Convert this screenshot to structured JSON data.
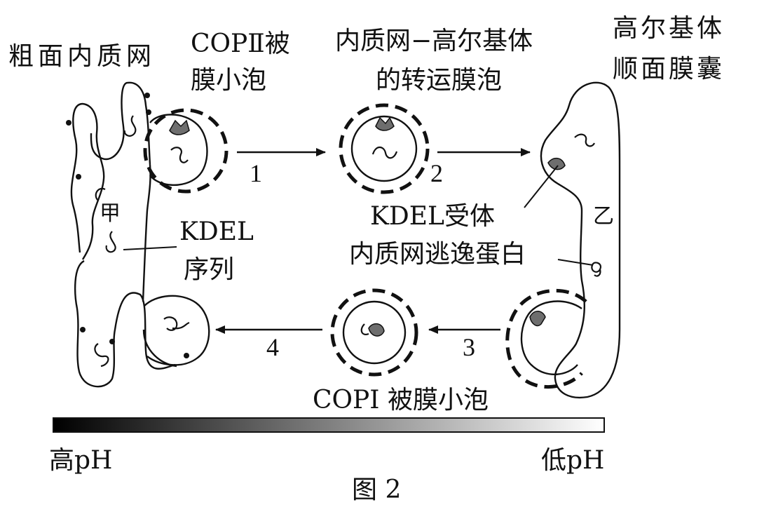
{
  "labels": {
    "rough_er": "粗面内质网",
    "copii_line1": "COPⅡ被",
    "copii_line2": "膜小泡",
    "transport_line1": "内质网−高尔基体",
    "transport_line2": "的转运膜泡",
    "golgi_line1": "高尔基体",
    "golgi_line2": "顺面膜囊",
    "kdel_receptor": "KDEL受体",
    "escape_protein": "内质网逃逸蛋白",
    "kdel_seq_line1": "KDEL",
    "kdel_seq_line2": "序列",
    "jia": "甲",
    "yi": "乙",
    "copi": "COPⅠ 被膜小泡",
    "high_ph": "高pH",
    "low_ph": "低pH",
    "caption": "图 2"
  },
  "steps": [
    "1",
    "2",
    "3",
    "4"
  ],
  "colors": {
    "ink": "#111111",
    "protein": "#6e6e6e",
    "bg": "#ffffff"
  }
}
